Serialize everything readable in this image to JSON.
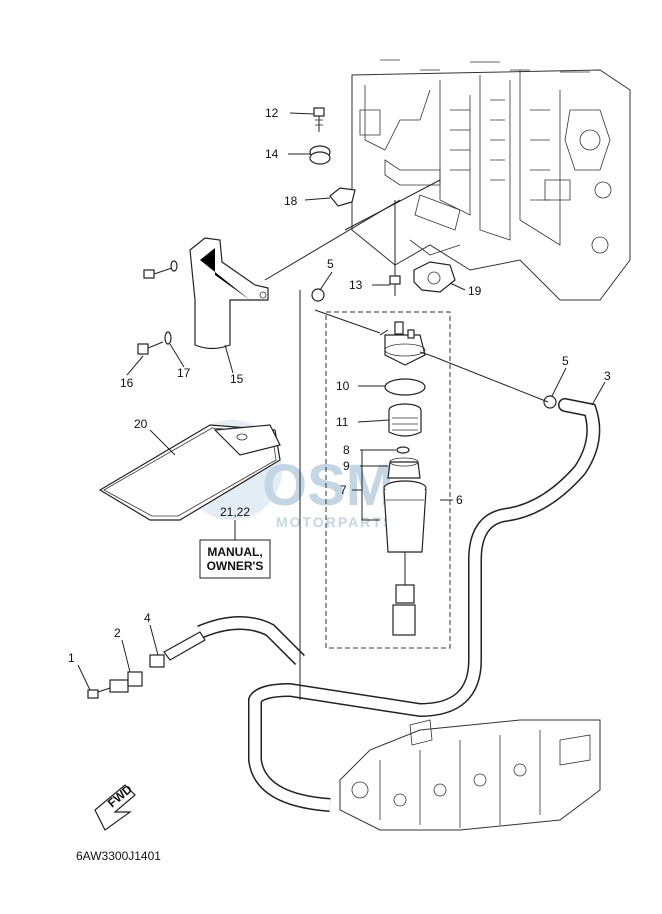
{
  "diagram_code": "6AW3300J1401",
  "watermark": {
    "brand": "OSM",
    "sub": "MOTORPARTS"
  },
  "manual_box": {
    "line1": "MANUAL,",
    "line2": "OWNER'S"
  },
  "fwd_label": "FWD",
  "callouts": {
    "c1": "1",
    "c2": "2",
    "c3": "3",
    "c4": "4",
    "c5a": "5",
    "c5b": "5",
    "c6": "6",
    "c7": "7",
    "c8": "8",
    "c9": "9",
    "c10": "10",
    "c11": "11",
    "c12": "12",
    "c13": "13",
    "c14": "14",
    "c15": "15",
    "c16": "16",
    "c17": "17",
    "c18": "18",
    "c19": "19",
    "c20": "20",
    "c2122": "21,22"
  }
}
